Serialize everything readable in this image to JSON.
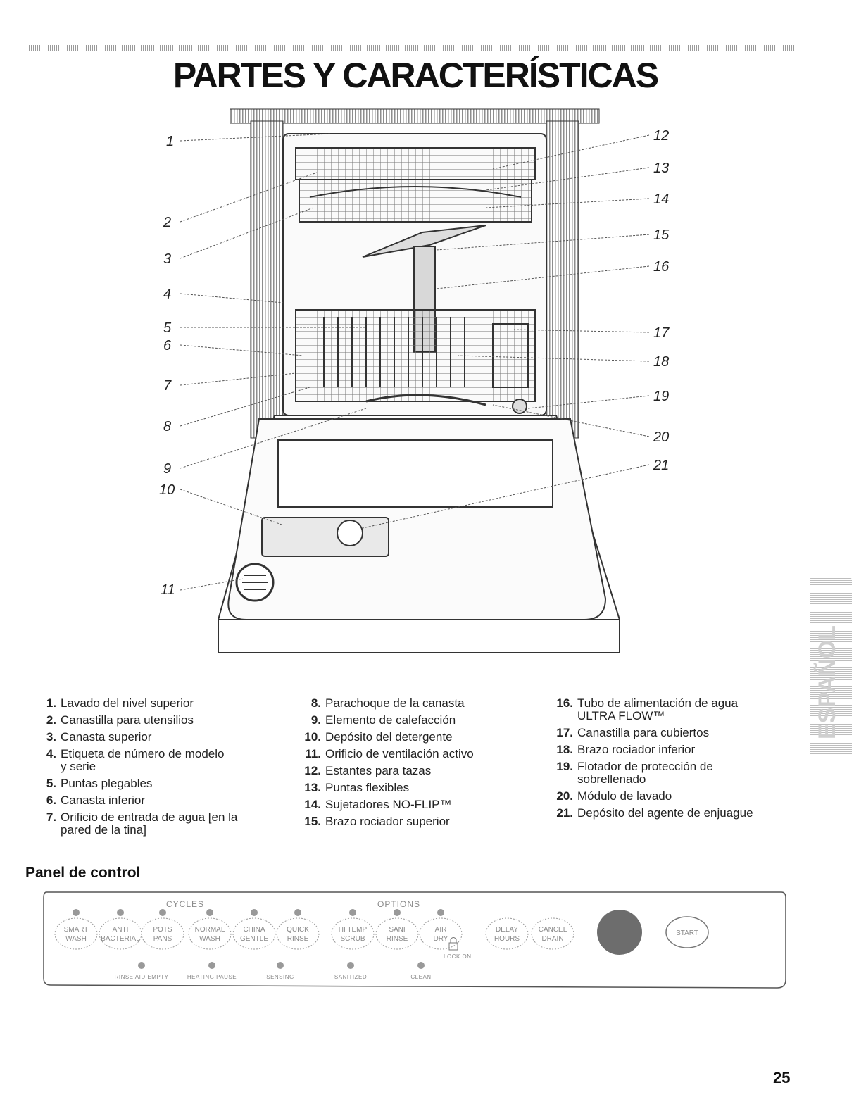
{
  "title": "PARTES Y CARACTERÍSTICAS",
  "callouts": [
    "1",
    "2",
    "3",
    "4",
    "5",
    "6",
    "7",
    "8",
    "9",
    "10",
    "11",
    "12",
    "13",
    "14",
    "15",
    "16",
    "17",
    "18",
    "19",
    "20",
    "21"
  ],
  "parts": {
    "col1": [
      {
        "num": "1.",
        "text": "Lavado del nivel superior"
      },
      {
        "num": "2.",
        "text": "Canastilla para utensilios"
      },
      {
        "num": "3.",
        "text": "Canasta superior"
      },
      {
        "num": "4.",
        "text": "Etiqueta de número de modelo y serie"
      },
      {
        "num": "5.",
        "text": "Puntas plegables"
      },
      {
        "num": "6.",
        "text": "Canasta inferior"
      },
      {
        "num": "7.",
        "text": "Orificio de entrada de agua [en la pared de la tina]"
      }
    ],
    "col2": [
      {
        "num": "8.",
        "text": "Parachoque de la canasta"
      },
      {
        "num": "9.",
        "text": "Elemento de calefacción"
      },
      {
        "num": "10.",
        "text": "Depósito del detergente"
      },
      {
        "num": "11.",
        "text": "Orificio de ventilación activo"
      },
      {
        "num": "12.",
        "text": "Estantes para tazas"
      },
      {
        "num": "13.",
        "text": "Puntas flexibles"
      },
      {
        "num": "14.",
        "text": "Sujetadores NO-FLIP™"
      },
      {
        "num": "15.",
        "text": "Brazo rociador superior"
      }
    ],
    "col3": [
      {
        "num": "16.",
        "text": "Tubo de alimentación de agua ULTRA FLOW™"
      },
      {
        "num": "17.",
        "text": "Canastilla para cubiertos"
      },
      {
        "num": "18.",
        "text": "Brazo rociador inferior"
      },
      {
        "num": "19.",
        "text": "Flotador de protección de sobrellenado"
      },
      {
        "num": "20.",
        "text": "Módulo de lavado"
      },
      {
        "num": "21.",
        "text": "Depósito del agente de enjuague"
      }
    ]
  },
  "control_panel": {
    "heading": "Panel de control",
    "cycles_label": "CYCLES",
    "options_label": "OPTIONS",
    "cycle_buttons": [
      [
        "SMART",
        "WASH"
      ],
      [
        "ANTI",
        "BACTERIAL"
      ],
      [
        "POTS",
        "PANS"
      ],
      [
        "NORMAL",
        "WASH"
      ],
      [
        "CHINA",
        "GENTLE"
      ],
      [
        "QUICK",
        "RINSE"
      ]
    ],
    "option_buttons": [
      [
        "HI TEMP",
        "SCRUB"
      ],
      [
        "SANI",
        "RINSE"
      ],
      [
        "AIR",
        "DRY"
      ]
    ],
    "lock_label": "LOCK ON",
    "delay_button": [
      "DELAY",
      "HOURS"
    ],
    "cancel_button": [
      "CANCEL",
      "DRAIN"
    ],
    "start_button": "START",
    "indicators": [
      "RINSE AID EMPTY",
      "HEATING PAUSE",
      "SENSING",
      "SANITIZED",
      "CLEAN"
    ]
  },
  "side_tab_text": "ESPAÑOL",
  "page_number": "25"
}
